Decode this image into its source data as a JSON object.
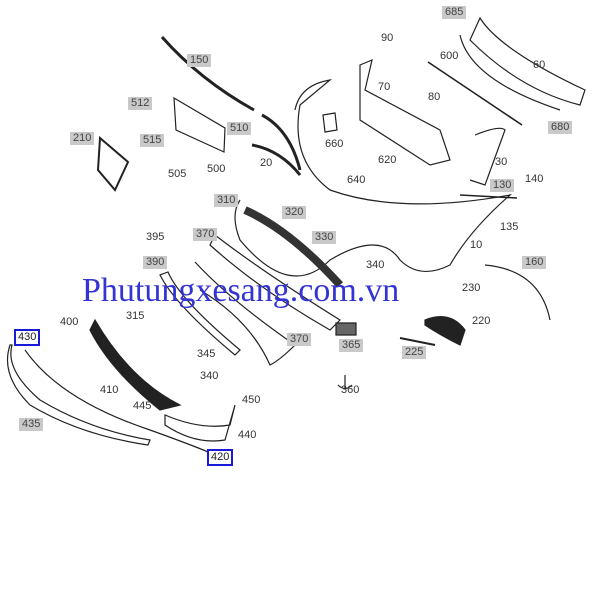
{
  "watermark": "Phutungxesang.com.vn",
  "colors": {
    "label_box": "#c9c9c9",
    "highlight": "#1a1ad6",
    "watermark": "#3434d4",
    "line": "#222222"
  },
  "labels": [
    {
      "text": "150",
      "style": "boxed"
    },
    {
      "text": "512",
      "style": "boxed"
    },
    {
      "text": "515",
      "style": "boxed"
    },
    {
      "text": "510",
      "style": "boxed"
    },
    {
      "text": "210",
      "style": "boxed"
    },
    {
      "text": "505",
      "style": "plain"
    },
    {
      "text": "500",
      "style": "plain"
    },
    {
      "text": "20",
      "style": "plain"
    },
    {
      "text": "310",
      "style": "boxed"
    },
    {
      "text": "320",
      "style": "boxed"
    },
    {
      "text": "395",
      "style": "plain"
    },
    {
      "text": "370",
      "style": "boxed"
    },
    {
      "text": "330",
      "style": "boxed"
    },
    {
      "text": "685",
      "style": "boxed"
    },
    {
      "text": "90",
      "style": "plain"
    },
    {
      "text": "600",
      "style": "plain"
    },
    {
      "text": "60",
      "style": "plain"
    },
    {
      "text": "70",
      "style": "plain"
    },
    {
      "text": "80",
      "style": "plain"
    },
    {
      "text": "680",
      "style": "boxed"
    },
    {
      "text": "660",
      "style": "plain"
    },
    {
      "text": "620",
      "style": "plain"
    },
    {
      "text": "640",
      "style": "plain"
    },
    {
      "text": "30",
      "style": "plain"
    },
    {
      "text": "140",
      "style": "plain"
    },
    {
      "text": "130",
      "style": "boxed"
    },
    {
      "text": "135",
      "style": "plain"
    },
    {
      "text": "10",
      "style": "plain"
    },
    {
      "text": "390",
      "style": "boxed"
    },
    {
      "text": "340",
      "style": "plain"
    },
    {
      "text": "160",
      "style": "boxed"
    },
    {
      "text": "230",
      "style": "plain"
    },
    {
      "text": "315",
      "style": "plain"
    },
    {
      "text": "220",
      "style": "plain"
    },
    {
      "text": "400",
      "style": "plain"
    },
    {
      "text": "430",
      "style": "blue"
    },
    {
      "text": "370",
      "style": "boxed"
    },
    {
      "text": "365",
      "style": "boxed"
    },
    {
      "text": "225",
      "style": "boxed"
    },
    {
      "text": "345",
      "style": "plain"
    },
    {
      "text": "340",
      "style": "plain"
    },
    {
      "text": "410",
      "style": "plain"
    },
    {
      "text": "360",
      "style": "plain"
    },
    {
      "text": "450",
      "style": "plain"
    },
    {
      "text": "445",
      "style": "plain"
    },
    {
      "text": "440",
      "style": "plain"
    },
    {
      "text": "435",
      "style": "boxed"
    },
    {
      "text": "420",
      "style": "blue"
    }
  ]
}
